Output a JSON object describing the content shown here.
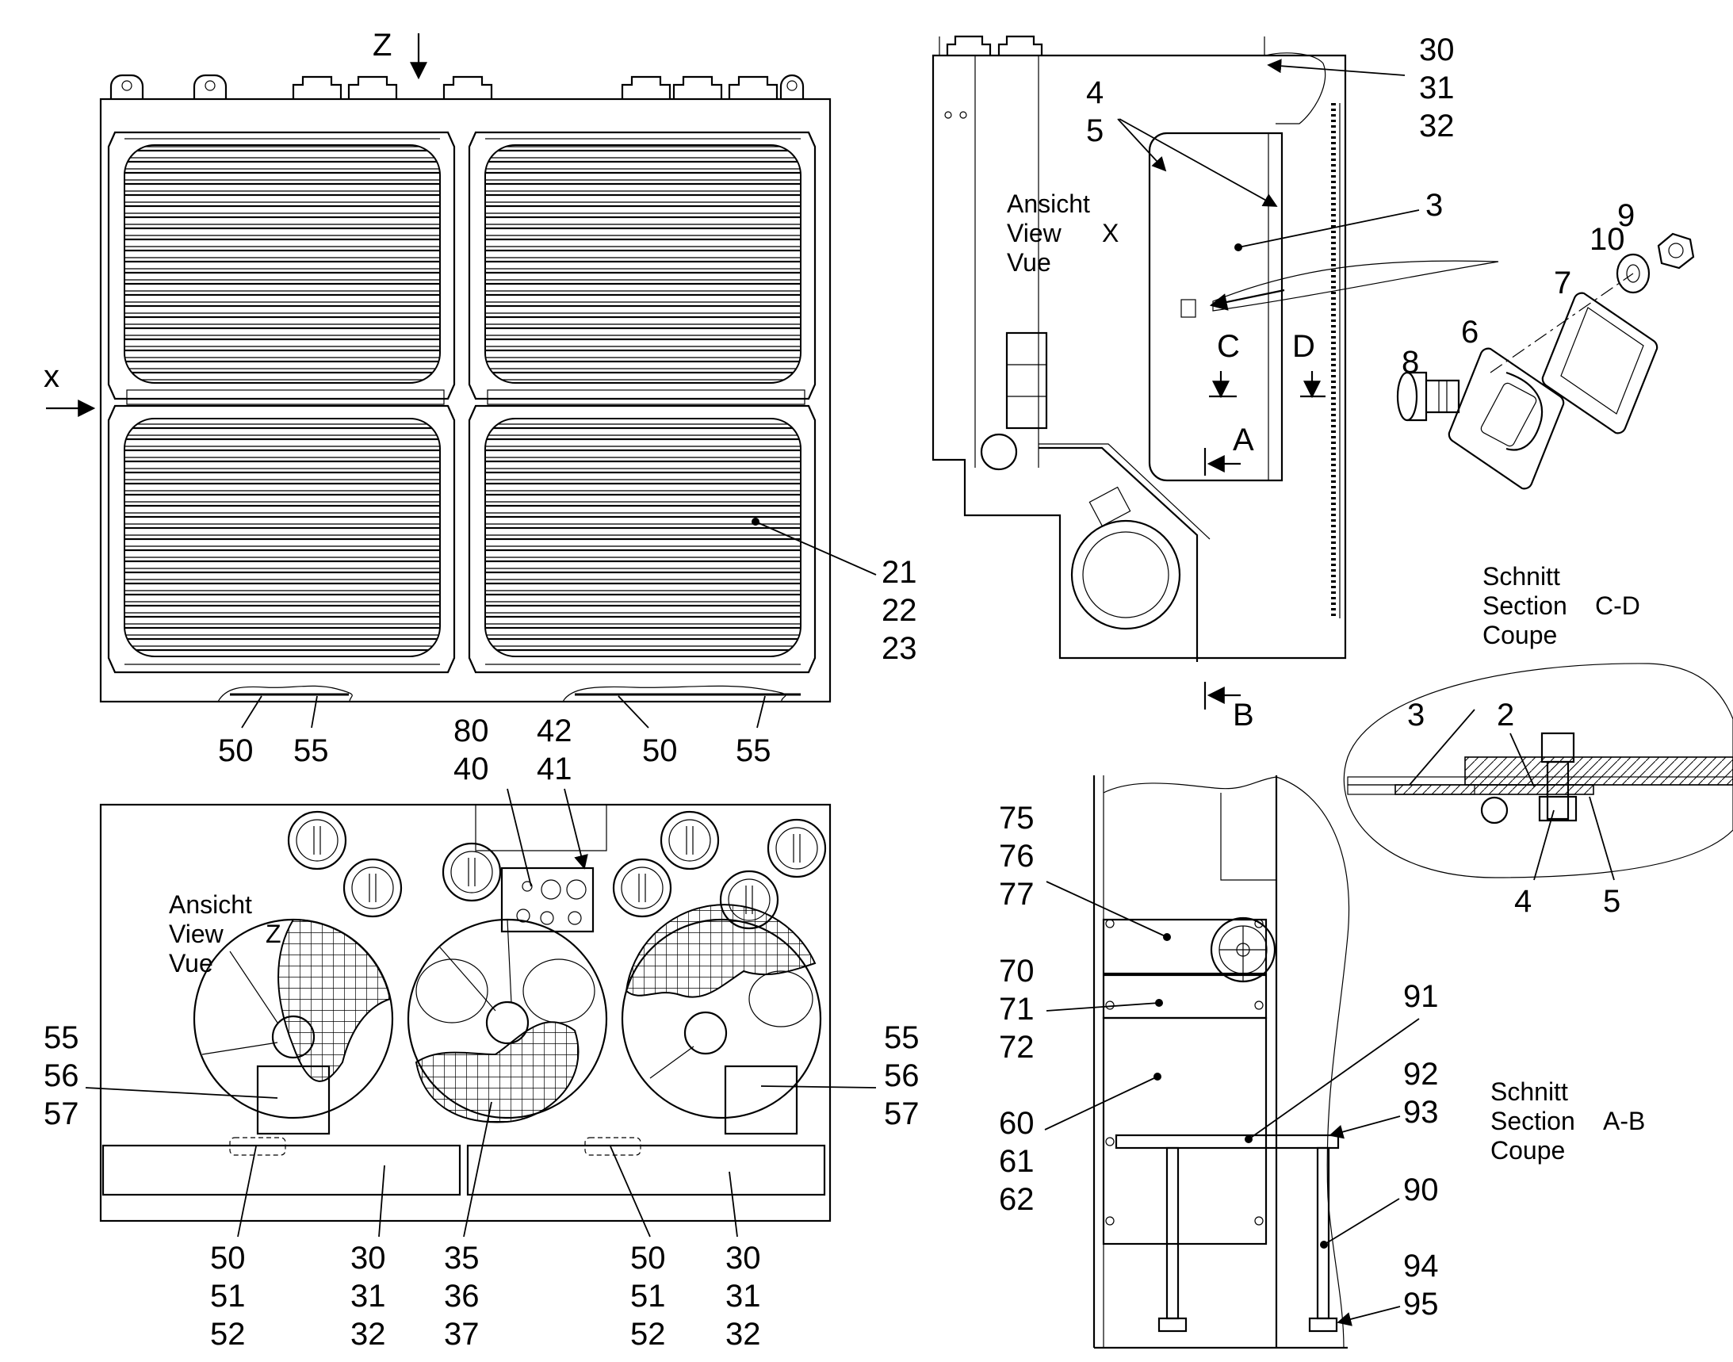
{
  "callouts": {
    "top_left": {
      "z_marker": "Z",
      "x_marker": "x",
      "label_21": "21",
      "label_22": "22",
      "label_23": "23",
      "label_50a": "50",
      "label_55a": "55",
      "label_50b": "50",
      "label_55b": "55"
    },
    "side_view": {
      "label_30": "30",
      "label_31": "31",
      "label_32": "32",
      "label_4": "4",
      "label_5": "5",
      "label_3": "3",
      "view_word_de": "Ansicht",
      "view_word_en": "View",
      "view_word_fr": "Vue",
      "view_letter": "X",
      "cut_c": "C",
      "cut_d": "D",
      "cut_a": "A",
      "cut_b": "B"
    },
    "hardware": {
      "label_9": "9",
      "label_10": "10",
      "label_7": "7",
      "label_6": "6",
      "label_8": "8"
    },
    "section_cd": {
      "title_de": "Schnitt",
      "title_en": "Section",
      "title_fr": "Coupe",
      "ident": "C-D",
      "label_3": "3",
      "label_2": "2",
      "label_4": "4",
      "label_5": "5"
    },
    "bottom_view": {
      "label_80": "80",
      "label_40": "40",
      "label_42": "42",
      "label_41": "41",
      "view_word_de": "Ansicht",
      "view_word_en": "View",
      "view_word_fr": "Vue",
      "view_letter": "Z",
      "left_55": "55",
      "left_56": "56",
      "left_57": "57",
      "right_55": "55",
      "right_56": "56",
      "right_57": "57",
      "b50a": "50",
      "b51a": "51",
      "b52a": "52",
      "b30a": "30",
      "b31a": "31",
      "b32a": "32",
      "b35": "35",
      "b36": "36",
      "b37": "37",
      "b50b": "50",
      "b51b": "51",
      "b52b": "52",
      "b30b": "30",
      "b31b": "31",
      "b32b": "32"
    },
    "section_ab": {
      "title_de": "Schnitt",
      "title_en": "Section",
      "title_fr": "Coupe",
      "ident": "A-B",
      "label_75": "75",
      "label_76": "76",
      "label_77": "77",
      "label_70": "70",
      "label_71": "71",
      "label_72": "72",
      "label_60": "60",
      "label_61": "61",
      "label_62": "62",
      "label_91": "91",
      "label_92": "92",
      "label_93": "93",
      "label_90": "90",
      "label_94": "94",
      "label_95": "95"
    }
  }
}
